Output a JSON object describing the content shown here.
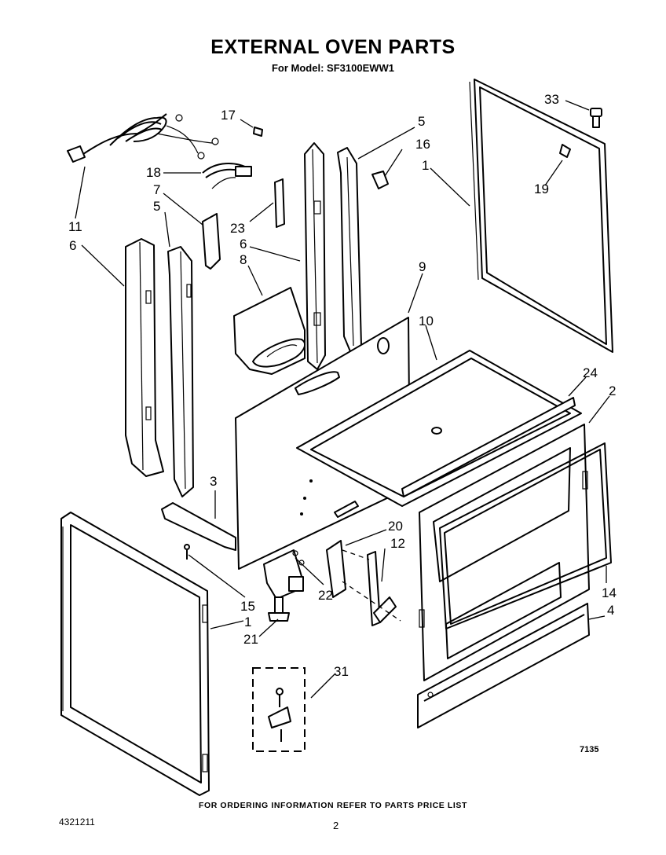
{
  "header": {
    "title": "EXTERNAL OVEN PARTS",
    "subtitle": "For Model: SF3100EWW1"
  },
  "callouts": {
    "c33": "33",
    "c17": "17",
    "c5a": "5",
    "c16": "16",
    "c1a": "1",
    "c18": "18",
    "c7": "7",
    "c5b": "5",
    "c11": "11",
    "c23": "23",
    "c19": "19",
    "c6a": "6",
    "c6b": "6",
    "c8": "8",
    "c9": "9",
    "c10": "10",
    "c24": "24",
    "c2": "2",
    "c3": "3",
    "c20": "20",
    "c12": "12",
    "c22": "22",
    "c15": "15",
    "c1b": "1",
    "c21": "21",
    "c14": "14",
    "c4": "4",
    "c31": "31"
  },
  "footer": {
    "note": "FOR ORDERING INFORMATION REFER TO PARTS PRICE LIST",
    "catalog_number": "4321211",
    "page_number": "2",
    "figure_number": "7135"
  }
}
